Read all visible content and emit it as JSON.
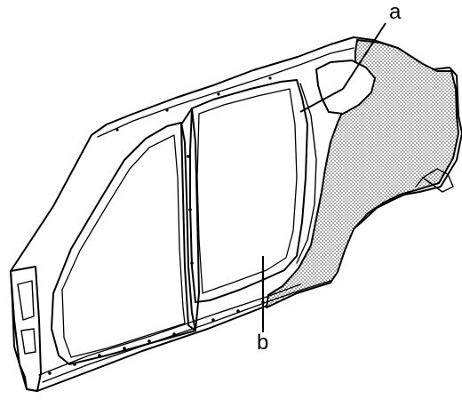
{
  "callouts": {
    "a": "a",
    "b": "b"
  },
  "colors": {
    "line": "#000000",
    "paper": "#ffffff",
    "stipple": "#000000"
  },
  "icons": {
    "figure": "body-side-panel-illustration"
  }
}
